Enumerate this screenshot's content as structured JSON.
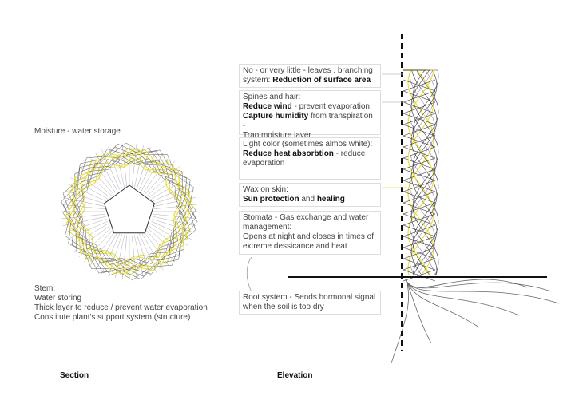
{
  "section": {
    "moisture_label": "Moisture - water storage",
    "stem": [
      "Stem:",
      "Water storing",
      "Thick layer to reduce / prevent water evaporation",
      "Constitute plant's support system (structure)"
    ],
    "caption": "Section"
  },
  "elevation": {
    "caption": "Elevation",
    "boxes": [
      {
        "a": "No - or very little - leaves . branching system: ",
        "b": "Reduction of surface area"
      },
      {
        "l1": "Spines and hair:",
        "b1": "Reduce wind",
        "t1": " - prevent evaporation",
        "b2": "Capture humidity",
        "t2": " from transpiration -",
        "l4": "Trap moisture layer"
      },
      {
        "l1": "Light color (sometimes almos white):",
        "b1": "Reduce heat absorbtion",
        "t1": " - reduce evaporation"
      },
      {
        "l1": "Wax on skin:",
        "b1": "Sun protection",
        "t1": " and ",
        "b2": "healing"
      },
      {
        "l1": "Stomata - Gas exchange and water management:",
        "l2": "Opens at night and closes in times of extreme dessicance and heat"
      },
      {
        "l1": "Root system - Sends hormonal signal when the soil is too dry"
      }
    ]
  },
  "colors": {
    "yellow": "#e8e040",
    "purple": "#9a7ab8",
    "dark": "#222"
  }
}
